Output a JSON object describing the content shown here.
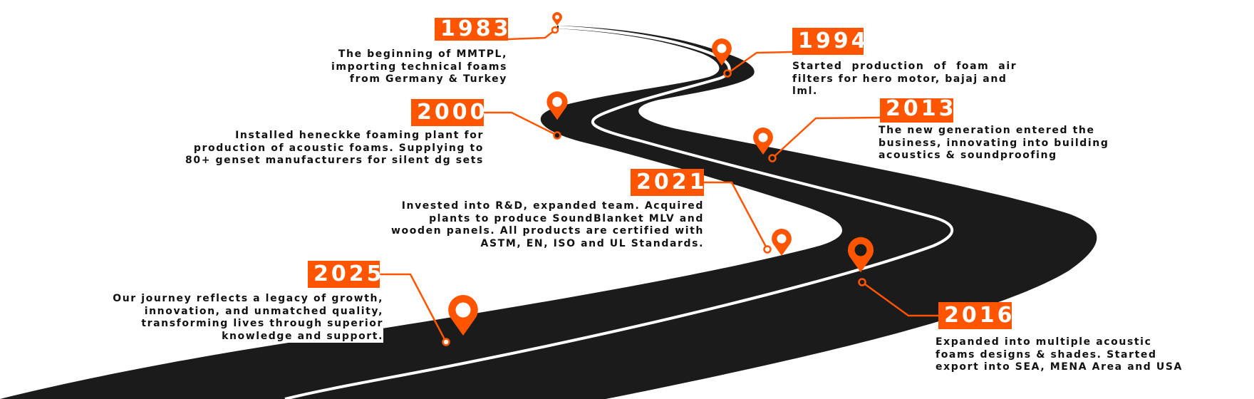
{
  "accent_color": "#ff5500",
  "road_color": "#1b1b1b",
  "milestones": [
    {
      "year": "1983",
      "text": "The beginning of MMTPL,\nimporting technical foams\nfrom Germany & Turkey"
    },
    {
      "year": "1994",
      "text": "Started  production  of  foam  air\nfilters for hero motor, bajaj and\nlml."
    },
    {
      "year": "2000",
      "text": "Installed heneckke foaming plant for\nproduction of acoustic foams. Supplying to\n80+ genset manufacturers for silent dg sets"
    },
    {
      "year": "2013",
      "text": "The new generation entered the\nbusiness, innovating into building\nacoustics & soundproofing"
    },
    {
      "year": "2016",
      "text": "Expanded into multiple acoustic\nfoams designs & shades. Started\nexport into SEA, MENA Area and USA"
    },
    {
      "year": "2021",
      "text": "Invested into R&D, expanded team. Acquired\nplants to produce SoundBlanket MLV and\nwooden panels. All products are certified with\nASTM, EN, ISO and UL Standards."
    },
    {
      "year": "2025",
      "text": "Our journey reflects a legacy of growth,\ninnovation, and unmatched quality,\ntransforming lives through superior\nknowledge and support."
    }
  ],
  "icons": {
    "pin": "map-pin-icon",
    "connector": "connector-dot-icon"
  }
}
